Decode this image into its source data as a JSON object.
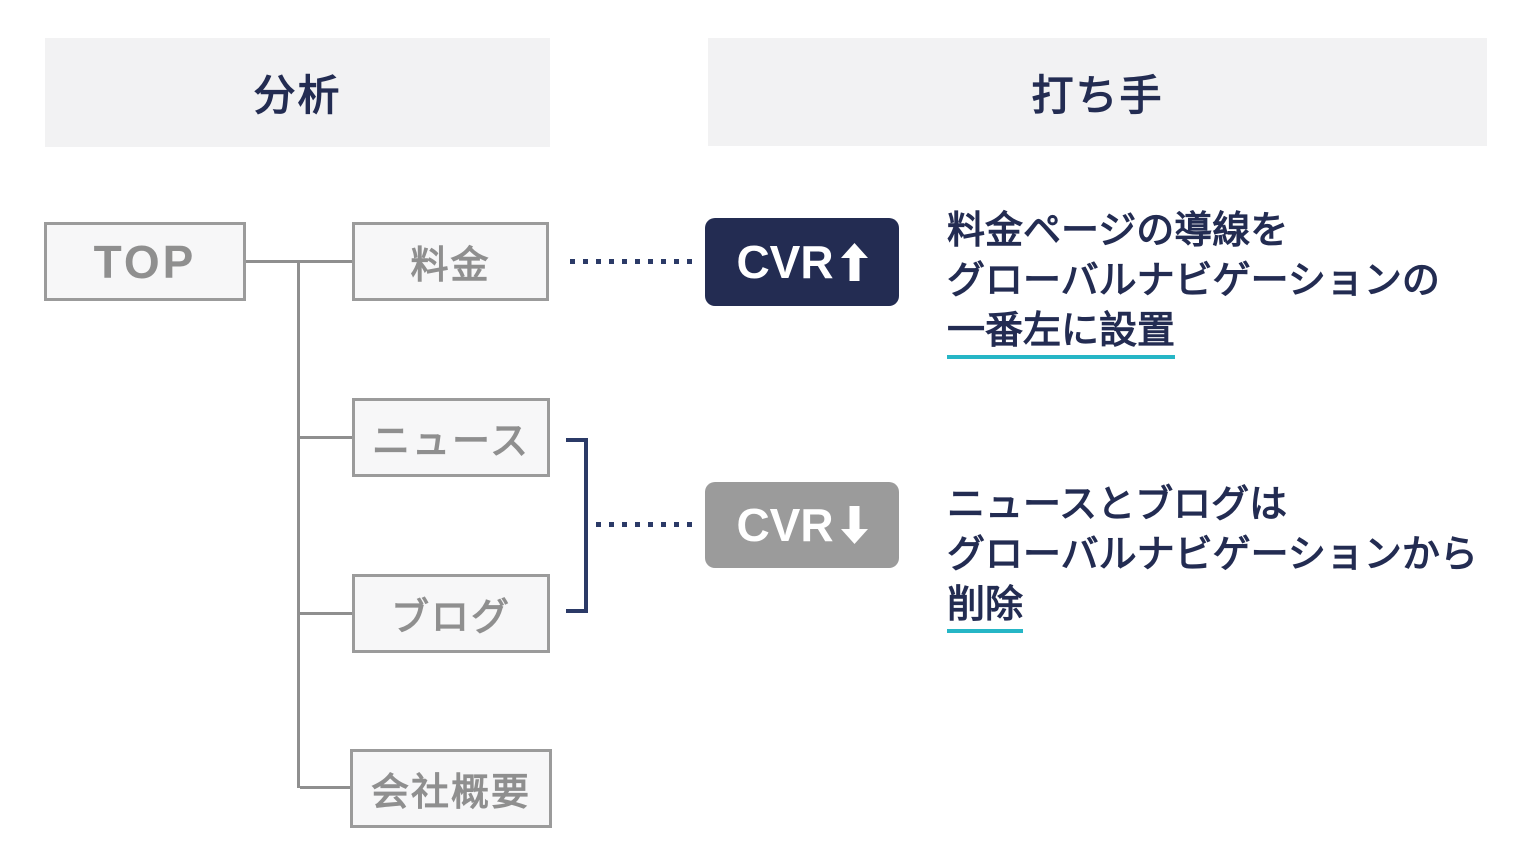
{
  "colors": {
    "navy": "#232c52",
    "gray": "#9b9b9b",
    "header-bg": "#f2f2f3",
    "node-bg": "#f7f7f8",
    "node-text": "#8f8f8f",
    "line-gray": "#8f8f8f",
    "dot-navy": "#2b3a67",
    "cyan": "#26b6c6",
    "badge-up-bg": "#232c52",
    "badge-down-bg": "#9b9b9b"
  },
  "headers": {
    "analysis": "分析",
    "measures": "打ち手"
  },
  "sitemap": {
    "root": "TOP",
    "pages": [
      "料金",
      "ニュース",
      "ブログ",
      "会社概要"
    ]
  },
  "actions": [
    {
      "badge_label": "CVR",
      "badge_direction": "up",
      "line1": "料金ページの導線を",
      "line2": "グローバルナビゲーションの",
      "underlined": "一番左に設置"
    },
    {
      "badge_label": "CVR",
      "badge_direction": "down",
      "line1": "ニュースとブログは",
      "line2": "グローバルナビゲーションから",
      "underlined": "削除"
    }
  ]
}
